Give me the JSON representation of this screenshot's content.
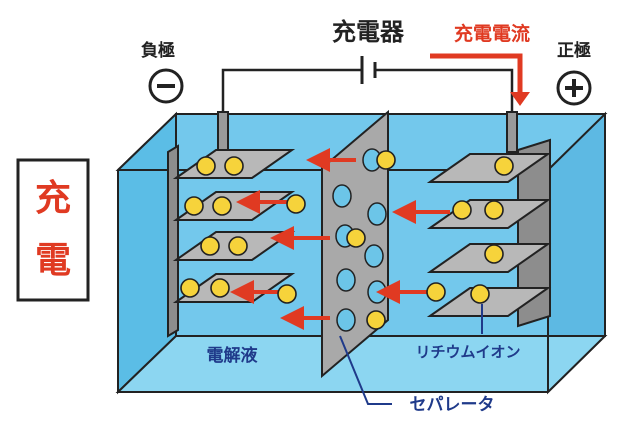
{
  "title": "充電",
  "charger_label": "充電器",
  "current_label": "充電電流",
  "negative_label": "負極",
  "positive_label": "正極",
  "negative_symbol": "−",
  "positive_symbol": "+",
  "electrolyte_label": "電解液",
  "ion_label": "リチウムイオン",
  "separator_label": "セパレータ",
  "colors": {
    "title": "#e03a22",
    "current": "#e03a22",
    "electrolyte": "#6cc5e8",
    "electrode": "#b5b5b5",
    "separator": "#a8a8a8",
    "ion": "#f6d33b",
    "label_blue": "#1f3a8a"
  },
  "icons": [
    "minus-circle-icon",
    "plus-circle-icon",
    "battery-symbol-icon",
    "ion-arrow-icon"
  ]
}
